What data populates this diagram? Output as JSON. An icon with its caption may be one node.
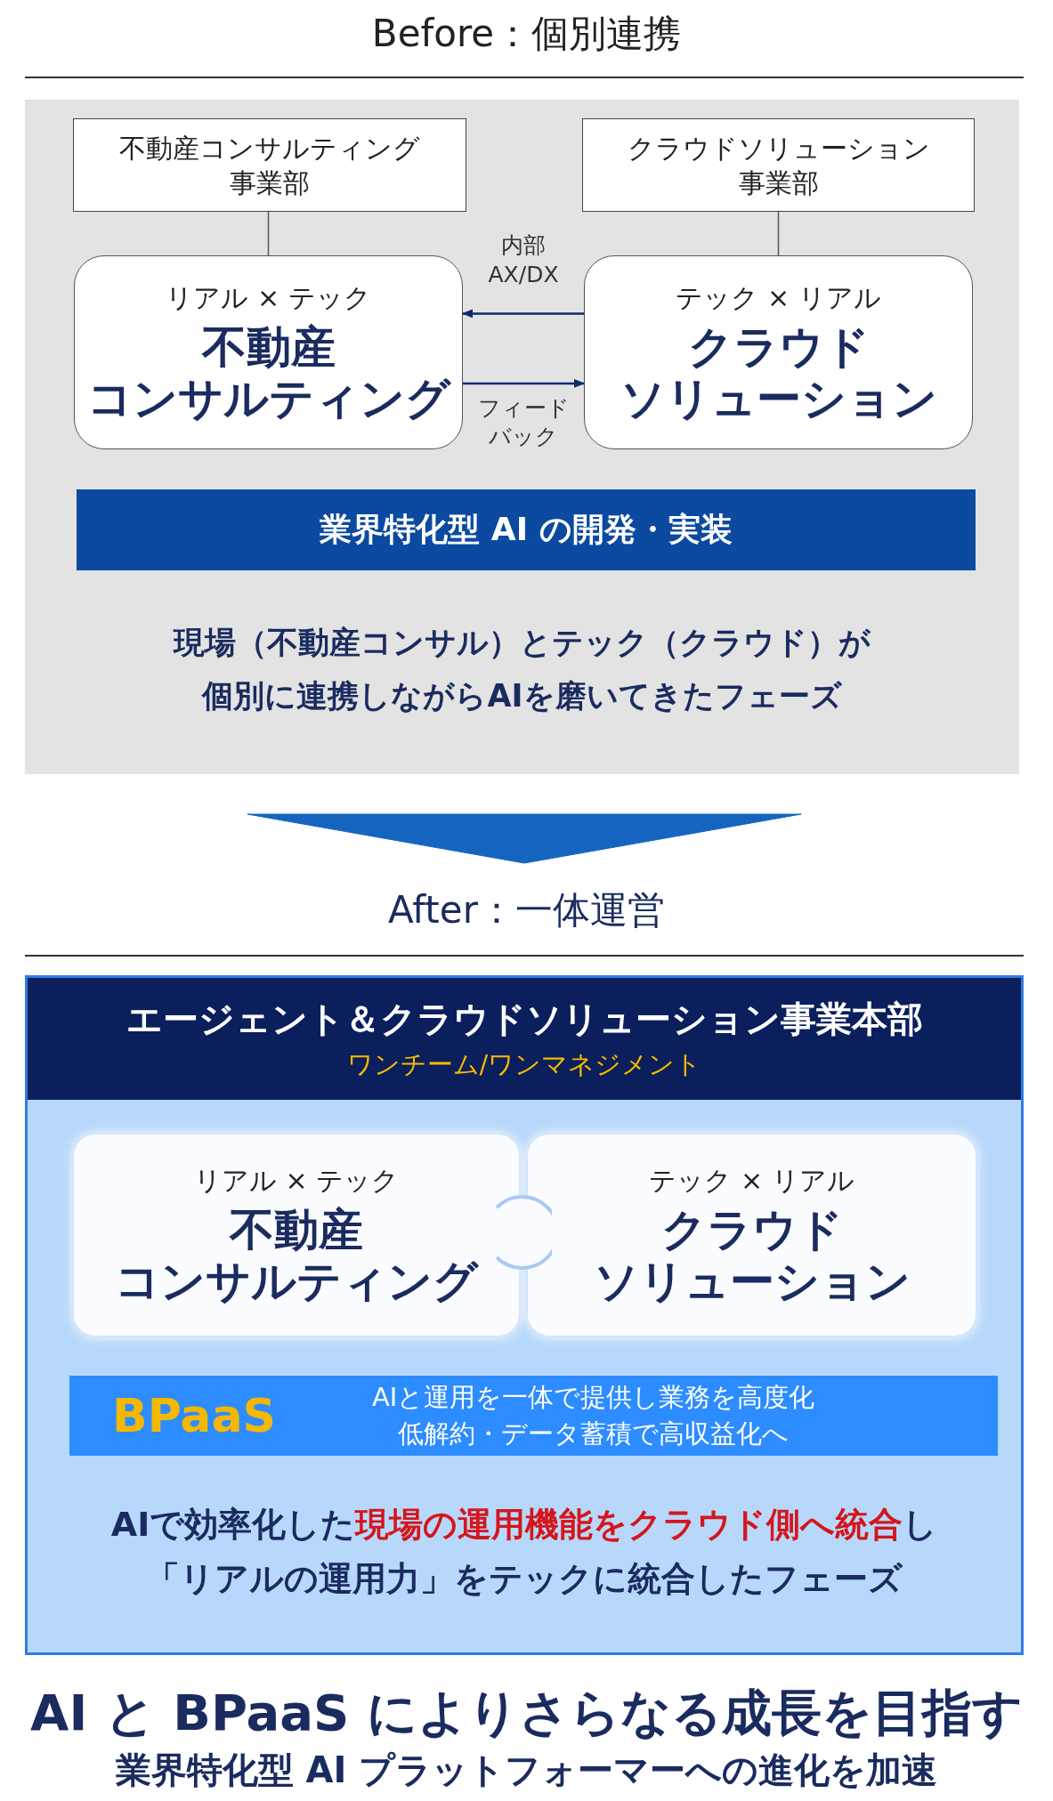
{
  "diagram": {
    "nodes": [
      {
        "text": [
          "現場（不動産コンサル）とテック（クラウド）が個別に連携しながらAIを磨いてきたフェーズ"
        ]
      },
      {
        "text": [
          "不動産コンサルティング",
          "事業部"
        ],
        "in": 0
      },
      {
        "text": [
          "クラウドソリューション",
          "事業部"
        ],
        "in": 0
      },
      {
        "text": [
          "リアル × テック",
          "不動産",
          "コンサルティング"
        ],
        "in": 0
      },
      {
        "text": [
          "テック × リアル",
          "クラウド",
          "ソリューション"
        ],
        "in": 0
      },
      {
        "text": [
          "業界特化型 AI の開発・実装"
        ],
        "in": 0
      },
      {
        "text": [
          "エージェント＆クラウドソリューション事業本部",
          "ワンチーム/ワンマネジメント",
          "AIで効率化した**現場の運用機能をクラウド側へ統合**し「リアルの運用力」をテックに統合したフェーズ"
        ]
      },
      {
        "text": [
          "リアル × テック",
          "不動産",
          "コンサルティング"
        ],
        "in": 6
      },
      {
        "text": [
          "テック × リアル",
          "クラウド",
          "ソリューション"
        ],
        "in": 6
      },
      {
        "text": [
          "BPaaS",
          "AIと運用を一体で提供し業務を高度化",
          "低解約・データ蓄積で高収益化へ"
        ],
        "in": 6
      }
    ],
    "edges": [
      {
        "from": 1,
        "to": 3,
        "arrow": "none",
        "color": "#555555"
      },
      {
        "from": 2,
        "to": 4,
        "arrow": "none",
        "color": "#555555"
      },
      {
        "from": 4,
        "to": 3,
        "arrow": "to",
        "label": "内部AX/DX"
      },
      {
        "from": 3,
        "to": 4,
        "arrow": "to",
        "label": "フィードバック"
      },
      {
        "from": 0,
        "to": 6,
        "arrow": "to",
        "style": "thick",
        "color": "#1565c0"
      }
    ],
    "labels": [
      "Before：個別連携",
      "After：一体運営",
      "AI と BPaaS によりさらなる成長を目指す",
      "業界特化型 AI プラットフォーマーへの進化を加速"
    ]
  }
}
